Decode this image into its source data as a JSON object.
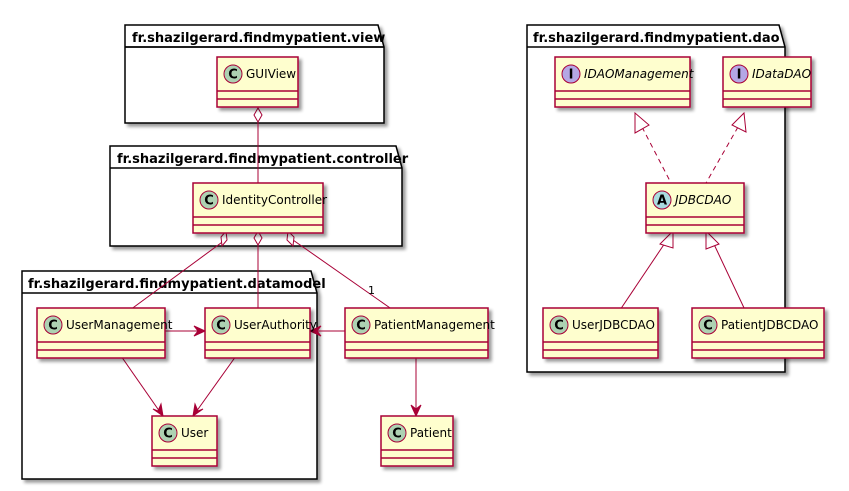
{
  "packages": {
    "view": {
      "title": "fr.shazilgerard.findmypatient.view"
    },
    "controller": {
      "title": "fr.shazilgerard.findmypatient.controller"
    },
    "datamodel": {
      "title": "fr.shazilgerard.findmypatient.datamodel"
    },
    "dao": {
      "title": "fr.shazilgerard.findmypatient.dao"
    }
  },
  "classes": {
    "gui_view": {
      "name": "GUIView",
      "kind": "C"
    },
    "identity_controller": {
      "name": "IdentityController",
      "kind": "C"
    },
    "user_management": {
      "name": "UserManagement",
      "kind": "C"
    },
    "user_authority": {
      "name": "UserAuthority",
      "kind": "C"
    },
    "patient_management": {
      "name": "PatientManagement",
      "kind": "C"
    },
    "user": {
      "name": "User",
      "kind": "C"
    },
    "patient": {
      "name": "Patient",
      "kind": "C"
    },
    "idao_management": {
      "name": "IDAOManagement",
      "kind": "I"
    },
    "idata_dao": {
      "name": "IDataDAO",
      "kind": "I"
    },
    "jdbc_dao": {
      "name": "JDBCDAO",
      "kind": "A"
    },
    "user_jdbc_dao": {
      "name": "UserJDBCDAO",
      "kind": "C"
    },
    "patient_jdbc_dao": {
      "name": "PatientJDBCDAO",
      "kind": "C"
    }
  },
  "multiplicities": {
    "controller_to_patient_management": "1"
  },
  "colors": {
    "class_fill": "#FEFECE",
    "class_border": "#A80036",
    "class_badge": "#ADD1B2",
    "interface_badge": "#B4A7E5",
    "abstract_badge": "#A9DCDF",
    "package_border": "#000000",
    "package_shadow": "#bbbbbb"
  }
}
